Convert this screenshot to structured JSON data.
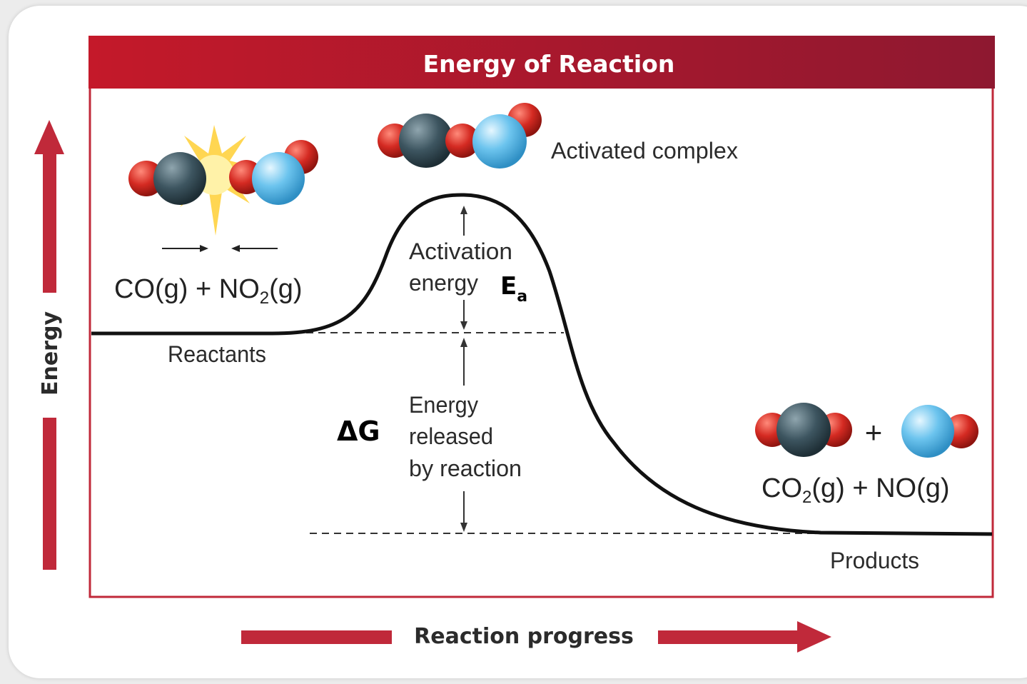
{
  "title": "Energy of Reaction",
  "axes": {
    "y_label": "Energy",
    "x_label": "Reaction progress"
  },
  "labels": {
    "activated_complex": "Activated complex",
    "activation_line1": "Activation",
    "activation_line2": "energy",
    "ea_main": "E",
    "ea_sub": "a",
    "delta_g": "ΔG",
    "released_line1": "Energy",
    "released_line2": "released",
    "released_line3": "by reaction",
    "reactants": "Reactants",
    "products": "Products"
  },
  "equations": {
    "reactants_co": "CO(g) + NO",
    "reactants_sub": "2",
    "reactants_tail": "(g)",
    "products_co": "CO",
    "products_sub": "2",
    "products_tail": "(g) + NO(g)",
    "plus": "+"
  },
  "colors": {
    "banner": "#b8202e",
    "frame": "#c0293a",
    "arrow": "#c0293a",
    "carbon": "#3d5560",
    "oxygen": "#d42a22",
    "nitrogen": "#5bb8e8",
    "flash": "#ffd23f"
  }
}
